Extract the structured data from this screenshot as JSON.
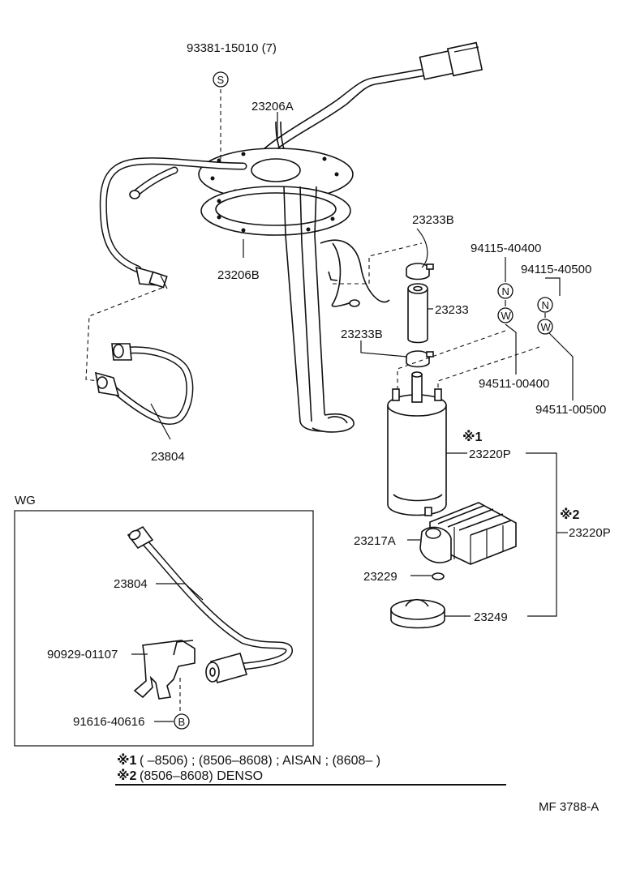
{
  "parts": {
    "p93381": "93381-15010 (7)",
    "p23206A": "23206A",
    "p23206B": "23206B",
    "p23804": "23804",
    "p23233B_top": "23233B",
    "p23233": "23233",
    "p23233B_bot": "23233B",
    "p94115_40400": "94115-40400",
    "p94115_40500": "94115-40500",
    "p94511_00400": "94511-00400",
    "p94511_00500": "94511-00500",
    "p23220P_1": "23220P",
    "p23220P_2": "23220P",
    "p23217A": "23217A",
    "p23229": "23229",
    "p23249": "23249"
  },
  "symbols": {
    "s": "S",
    "n": "N",
    "w": "W",
    "b": "B"
  },
  "marks": {
    "mark1": "※1",
    "mark2": "※2"
  },
  "inset": {
    "title": "WG",
    "p23804": "23804",
    "p90929": "90929-01107",
    "p91616": "91616-40616"
  },
  "notes": {
    "mark1": "※1",
    "line1": "(        –8506) ; (8506–8608) ; AISAN ; (8608–           )",
    "mark2": "※2",
    "line2": "(8506–8608) DENSO"
  },
  "footer": {
    "code": "MF  3788-A"
  }
}
